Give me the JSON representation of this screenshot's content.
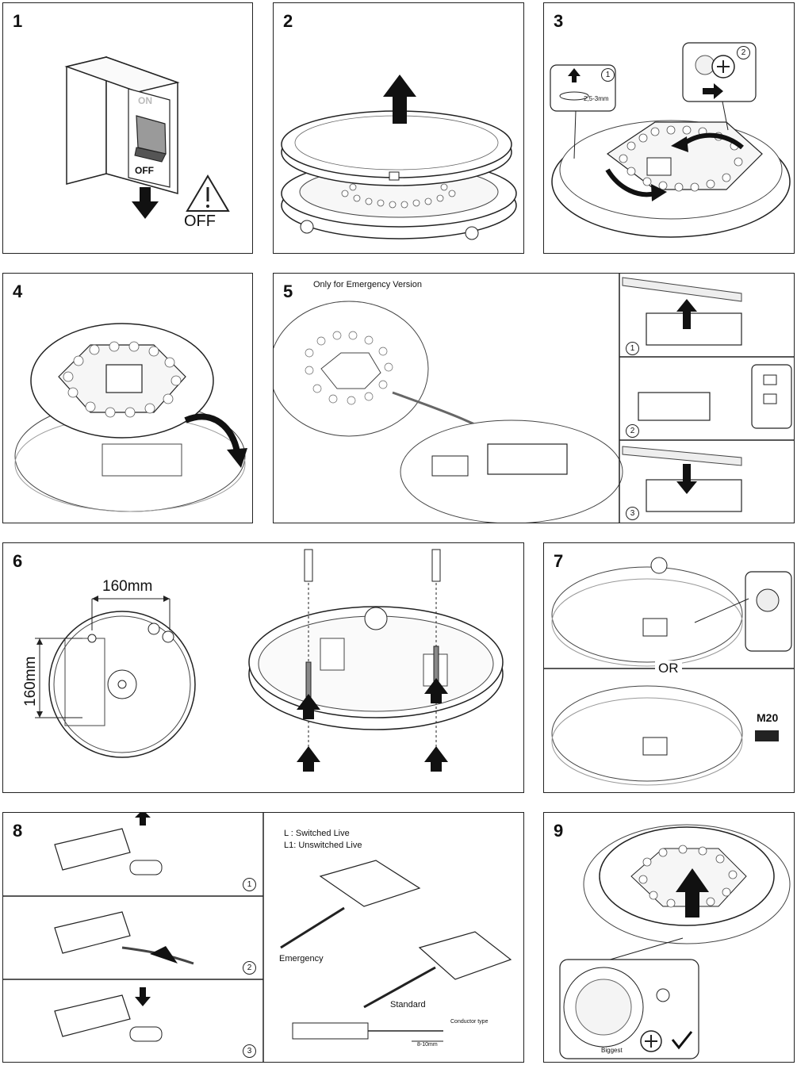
{
  "steps": [
    {
      "number": "1"
    },
    {
      "number": "2"
    },
    {
      "number": "3"
    },
    {
      "number": "4"
    },
    {
      "number": "5"
    },
    {
      "number": "6"
    },
    {
      "number": "7"
    },
    {
      "number": "8"
    },
    {
      "number": "9"
    }
  ],
  "step1": {
    "switch_on_label": "ON",
    "switch_off_label": "OFF",
    "warning_label": "OFF"
  },
  "step3": {
    "callout1_number": "1",
    "callout2_number": "2",
    "gap_label": "2,5-3mm"
  },
  "step5": {
    "caption": "Only for Emergency Version",
    "sub_numbers": [
      "1",
      "2",
      "3"
    ]
  },
  "step6": {
    "width_label": "160mm",
    "height_label": "160mm"
  },
  "step7": {
    "or_label": "OR",
    "gland_label": "M20"
  },
  "step8": {
    "sub_numbers": [
      "1",
      "2",
      "3"
    ],
    "legend_l": "L : Switched Live",
    "legend_l1": "L1: Unswitched Live",
    "emergency_label": "Emergency",
    "standard_label": "Standard",
    "conductor_label": "Conductor type",
    "strip_label": "8-10mm"
  },
  "step9": {
    "biggest_label": "Biggest"
  },
  "colors": {
    "line": "#222222",
    "panel_border": "#222222",
    "fill_light": "#f4f4f4"
  }
}
